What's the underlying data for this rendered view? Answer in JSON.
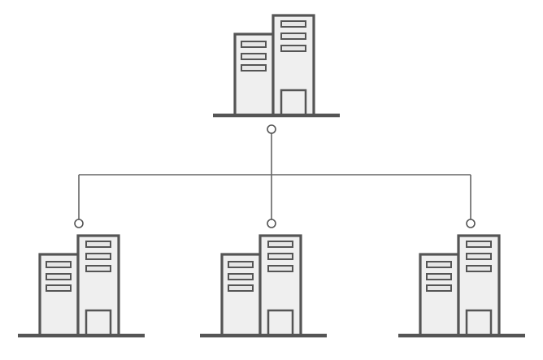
{
  "diagram": {
    "type": "hierarchy",
    "nodes": [
      {
        "id": "hq",
        "icon": "office-building-icon",
        "level": 0
      },
      {
        "id": "branch-1",
        "icon": "office-building-icon",
        "level": 1,
        "parent": "hq"
      },
      {
        "id": "branch-2",
        "icon": "office-building-icon",
        "level": 1,
        "parent": "hq"
      },
      {
        "id": "branch-3",
        "icon": "office-building-icon",
        "level": 1,
        "parent": "hq"
      }
    ],
    "edges": [
      {
        "from": "hq",
        "to": "branch-1"
      },
      {
        "from": "hq",
        "to": "branch-2"
      },
      {
        "from": "hq",
        "to": "branch-3"
      }
    ]
  },
  "colors": {
    "stroke": "#555555",
    "building_fill": "#efefef",
    "window_fill": "#e6e6e6",
    "line": "#666666",
    "background": "#ffffff"
  }
}
